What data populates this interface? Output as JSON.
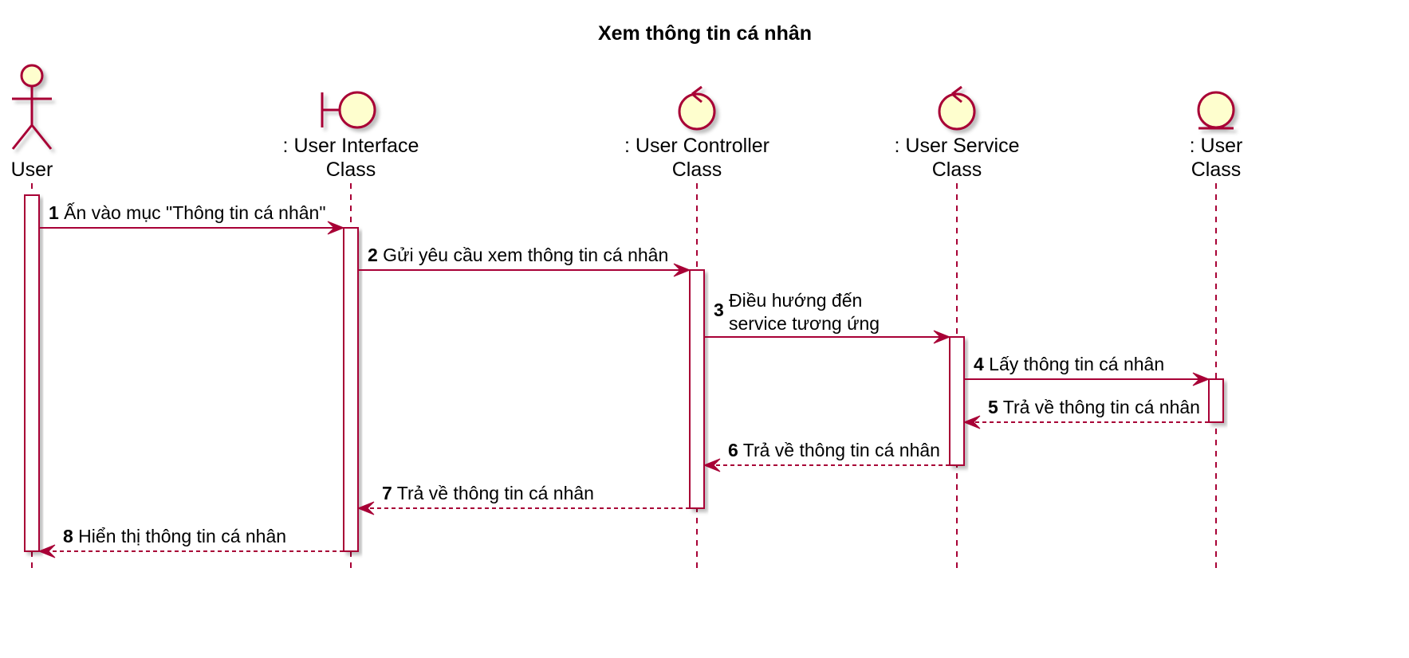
{
  "title": "Xem thông tin cá nhân",
  "colors": {
    "line": "#A80036",
    "fill": "#FEFECE"
  },
  "participants": [
    {
      "id": "user",
      "type": "actor",
      "icon": "actor-icon",
      "lines": [
        "User"
      ]
    },
    {
      "id": "ui",
      "type": "boundary",
      "icon": "boundary-icon",
      "lines": [
        ": User Interface",
        "Class"
      ]
    },
    {
      "id": "controller",
      "type": "control",
      "icon": "control-icon",
      "lines": [
        ": User Controller",
        "Class"
      ]
    },
    {
      "id": "service",
      "type": "control",
      "icon": "control-icon",
      "lines": [
        ": User Service",
        "Class"
      ]
    },
    {
      "id": "entity",
      "type": "entity",
      "icon": "entity-icon",
      "lines": [
        ": User",
        "Class"
      ]
    }
  ],
  "messages": [
    {
      "number": "1",
      "from": "user",
      "to": "ui",
      "style": "solid",
      "lines": [
        "Ấn vào mục \"Thông tin cá nhân\""
      ]
    },
    {
      "number": "2",
      "from": "ui",
      "to": "controller",
      "style": "solid",
      "lines": [
        "Gửi yêu cầu xem thông tin cá nhân"
      ]
    },
    {
      "number": "3",
      "from": "controller",
      "to": "service",
      "style": "solid",
      "lines": [
        "Điều hướng đến",
        "service tương ứng"
      ]
    },
    {
      "number": "4",
      "from": "service",
      "to": "entity",
      "style": "solid",
      "lines": [
        "Lấy thông tin cá nhân"
      ]
    },
    {
      "number": "5",
      "from": "entity",
      "to": "service",
      "style": "dashed",
      "lines": [
        "Trả về thông tin cá nhân"
      ]
    },
    {
      "number": "6",
      "from": "service",
      "to": "controller",
      "style": "dashed",
      "lines": [
        "Trả về thông tin cá nhân"
      ]
    },
    {
      "number": "7",
      "from": "controller",
      "to": "ui",
      "style": "dashed",
      "lines": [
        "Trả về thông tin cá nhân"
      ]
    },
    {
      "number": "8",
      "from": "ui",
      "to": "user",
      "style": "dashed",
      "lines": [
        "Hiển thị thông tin cá nhân"
      ]
    }
  ]
}
